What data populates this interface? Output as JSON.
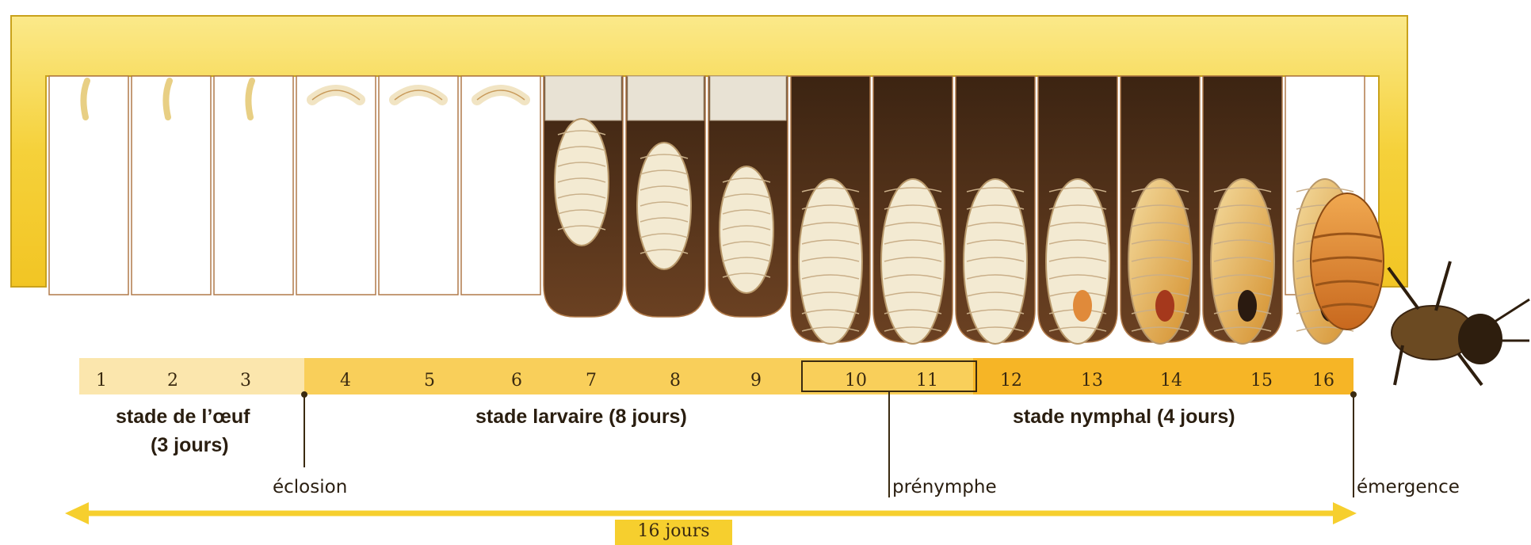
{
  "colors": {
    "frame_yellow": "#f5d13a",
    "frame_light": "#fbe98a",
    "cell_white": "#ffffff",
    "cell_brown": "#5a3419",
    "cell_dark": "#3c2412",
    "larva_cream": "#f3ead2",
    "pupa_amber": "#e2a94a",
    "band_light": "#fbe6ad",
    "band_mid": "#f9cf5a",
    "band_orange": "#f6b526",
    "arrow_yellow": "#f6cf2e"
  },
  "days": [
    "1",
    "2",
    "3",
    "4",
    "5",
    "6",
    "7",
    "8",
    "9",
    "10",
    "11",
    "12",
    "13",
    "14",
    "15",
    "16"
  ],
  "stages": {
    "egg_line1": "stade de l’œuf",
    "egg_line2": "(3 jours)",
    "larva": "stade larvaire (8 jours)",
    "nymph": "stade nymphal (4 jours)"
  },
  "events": {
    "hatching": "éclosion",
    "prepupa": "prénymphe",
    "emergence": "émergence"
  },
  "total": "16 jours"
}
